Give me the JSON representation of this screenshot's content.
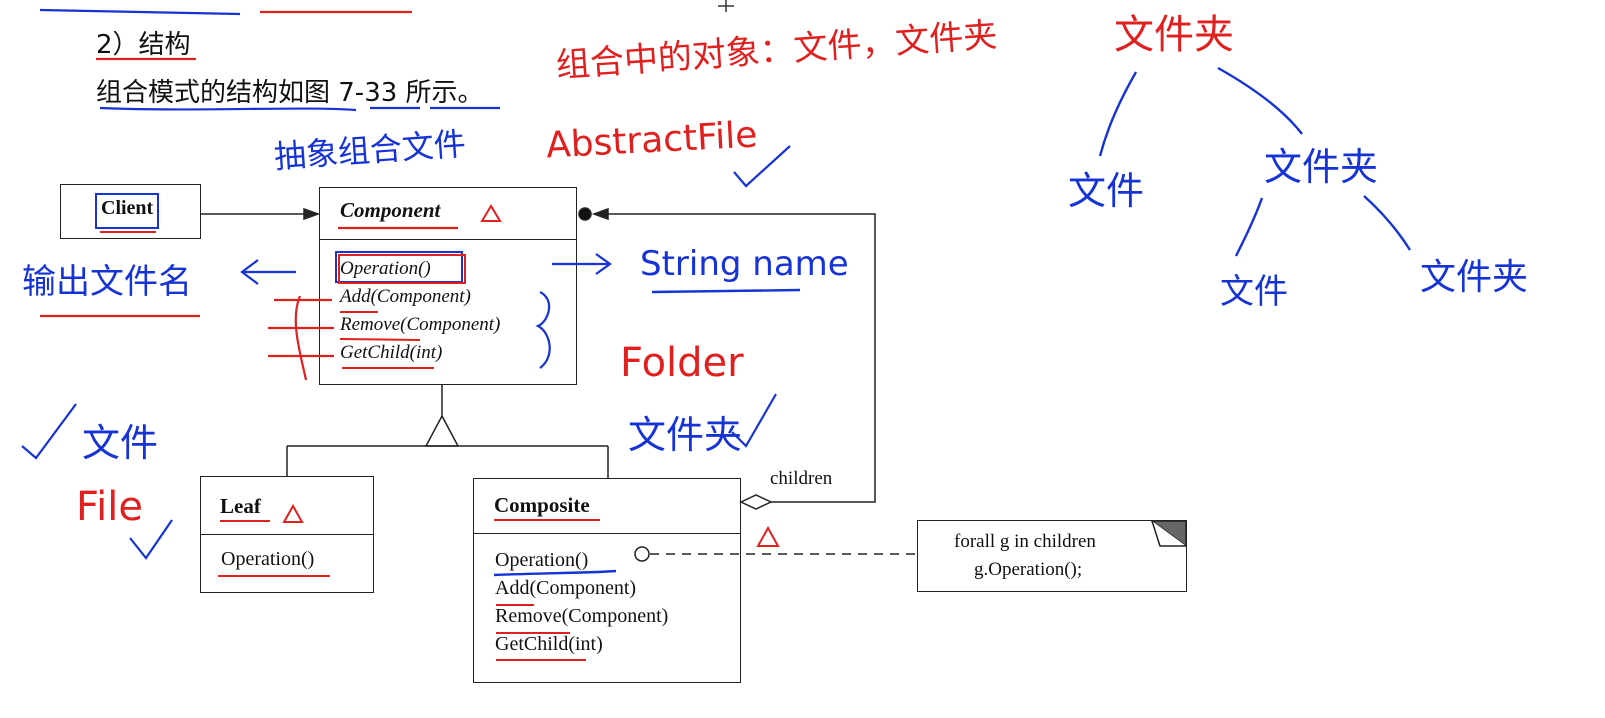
{
  "document": {
    "section_heading": "2）结构",
    "intro_text": "组合模式的结构如图 7-33 所示。"
  },
  "diagram": {
    "client": {
      "name": "Client"
    },
    "component": {
      "name": "Component",
      "methods": [
        "Operation()",
        "Add(Component)",
        "Remove(Component)",
        "GetChild(int)"
      ]
    },
    "leaf": {
      "name": "Leaf",
      "methods": [
        "Operation()"
      ]
    },
    "composite": {
      "name": "Composite",
      "methods": [
        "Operation()",
        "Add(Component)",
        "Remove(Component)",
        "GetChild(int)"
      ]
    },
    "children_label": "children",
    "note": {
      "line1": "forall g in children",
      "line2": "g.Operation();"
    }
  },
  "annotations": {
    "composite_objects": "组合中的对象：文件，文件夹",
    "abstract_component": "抽象组合文件",
    "abstract_file": "AbstractFile",
    "output_filename": "输出文件名",
    "string_name": "String name",
    "folder_en": "Folder",
    "folder_cn": "文件夹",
    "file_cn": "文件",
    "file_en": "File",
    "tree_root": "文件夹",
    "tree_left_child": "文件",
    "tree_right_child": "文件夹",
    "tree_grandchild_left": "文件",
    "tree_grandchild_right": "文件夹"
  },
  "colors": {
    "red_ink": "#e0201e",
    "blue_ink": "#1633d6",
    "diagram_ink": "#222222"
  }
}
